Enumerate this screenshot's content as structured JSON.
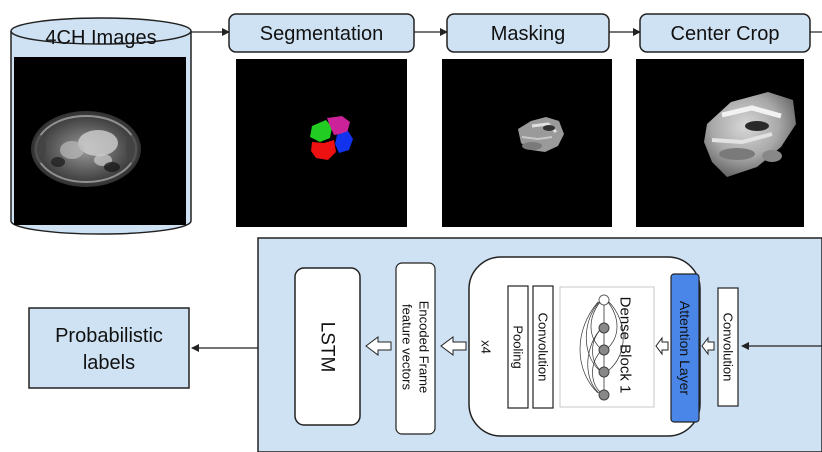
{
  "pipeline": {
    "database_label": "4CH Images",
    "segmentation_label": "Segmentation",
    "masking_label": "Masking",
    "center_crop_label": "Center Crop"
  },
  "model": {
    "convolution_in_label": "Convolution",
    "attention_label": "Attention Layer",
    "dense_block_label": "Dense Block 1",
    "convolution_label": "Convolution",
    "pooling_label": "Pooling",
    "repeat_label": "x4",
    "encoded_line1": "Encoded Frame",
    "encoded_line2": "feature vectors",
    "lstm_label": "LSTM"
  },
  "output": {
    "label_line1": "Probabilistic",
    "label_line2": "labels"
  },
  "colors": {
    "box_fill": "#cfe2f3",
    "attention_fill": "#4a86e8",
    "segment_green": "#22cc22",
    "segment_magenta": "#cc2299",
    "segment_red": "#ee1111",
    "segment_blue": "#1133ee"
  }
}
